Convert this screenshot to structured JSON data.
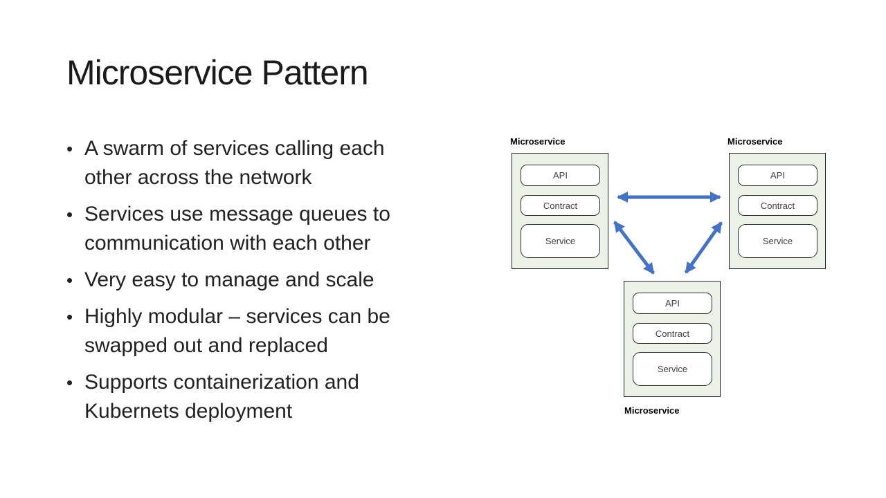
{
  "slide": {
    "title": "Microservice Pattern",
    "bullet_glyph": "•",
    "bullets": [
      {
        "lines": [
          "A swarm of services calling each",
          "other across the network"
        ]
      },
      {
        "lines": [
          "Services use message queues to",
          "communication with each other"
        ]
      },
      {
        "lines": [
          "Very easy to manage and scale"
        ]
      },
      {
        "lines": [
          "Highly modular – services can be",
          "swapped out and replaced"
        ]
      },
      {
        "lines": [
          "Supports containerization and",
          "Kubernets deployment"
        ]
      }
    ]
  },
  "diagram": {
    "nodes": [
      {
        "label": "Microservice",
        "components": [
          "API",
          "Contract",
          "Service"
        ]
      },
      {
        "label": "Microservice",
        "components": [
          "API",
          "Contract",
          "Service"
        ]
      },
      {
        "label": "Microservice",
        "components": [
          "API",
          "Contract",
          "Service"
        ]
      }
    ],
    "colors": {
      "arrow": "#4472C4",
      "node_fill": "#EDF2E8",
      "node_border": "#1f1f1f",
      "component_fill": "#FFFFFF",
      "component_border": "#2b2b2b",
      "component_text": "#404040"
    }
  }
}
